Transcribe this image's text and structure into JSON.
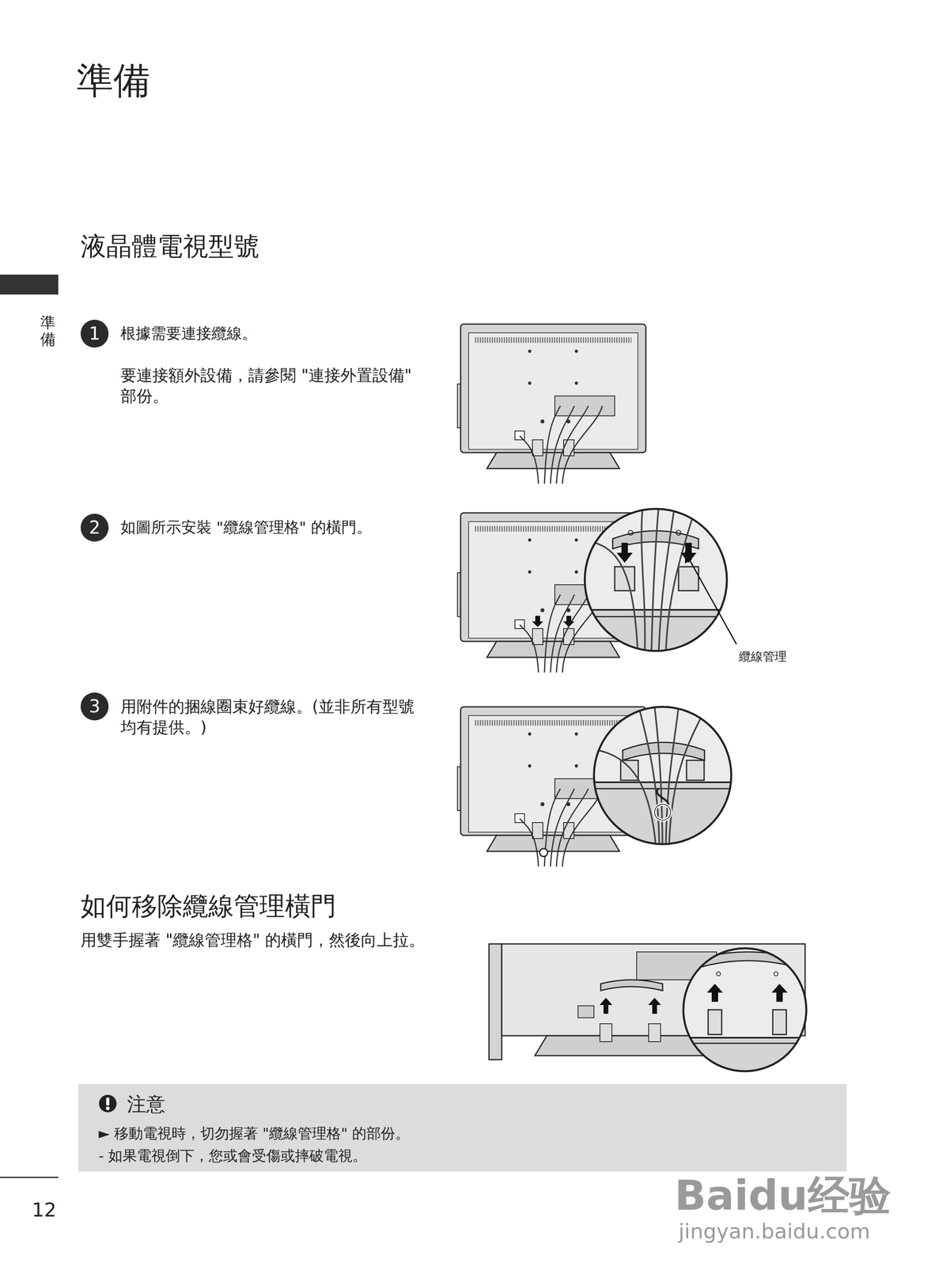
{
  "diagram": {
    "title": "準備",
    "nodes": [
      {
        "text": [
          "1"
        ]
      },
      {
        "text": [
          "2"
        ]
      },
      {
        "text": [
          "3"
        ]
      },
      {
        "text": [
          "注意",
          "► 移動電視時，切勿握著 \"纜線管理格\" 的部份。",
          "- 如果電視倒下，您或會受傷或摔破電視。"
        ]
      }
    ],
    "labels": [
      "準備",
      "液晶體電視型號",
      "根據需要連接纜線。",
      "要連接額外設備，請參閱 \"連接外置設備\" 部份。",
      "如圖所示安裝 \"纜線管理格\" 的橫門。",
      "纜線管理",
      "用附件的捆線圈束好纜線。(並非所有型號均有提供。)",
      "如何移除纜線管理橫門",
      "用雙手握著 \"纜線管理格\" 的橫門，然後向上拉。",
      "12",
      "Baidu经验",
      "jingyan.baidu.com"
    ]
  }
}
